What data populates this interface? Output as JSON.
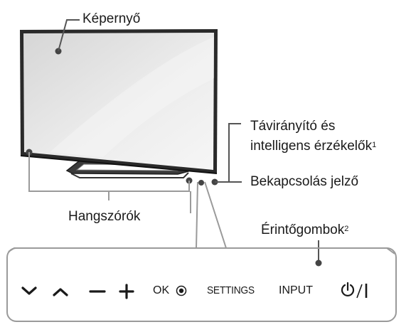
{
  "labels": {
    "screen": "Képernyő",
    "remote_sensor_line1": "Távirányító és",
    "remote_sensor_line2": "intelligens érzékelők",
    "remote_sensor_note": "1",
    "power_indicator": "Bekapcsolás jelző",
    "speakers": "Hangszórók",
    "touch_buttons": "Érintőgombok",
    "touch_buttons_note": "2"
  },
  "buttons": {
    "ok": "OK",
    "settings": "SETTINGS",
    "input": "INPUT"
  },
  "icons": [
    "chevron-down-icon",
    "chevron-up-icon",
    "minus-icon",
    "plus-icon",
    "ok-dot-icon",
    "power-icon"
  ],
  "colors": {
    "line": "#555555",
    "bracket": "#9a9a9a",
    "frame": "#2a2a2a",
    "screen": "#e3e3e3",
    "indicator": "#444444"
  }
}
